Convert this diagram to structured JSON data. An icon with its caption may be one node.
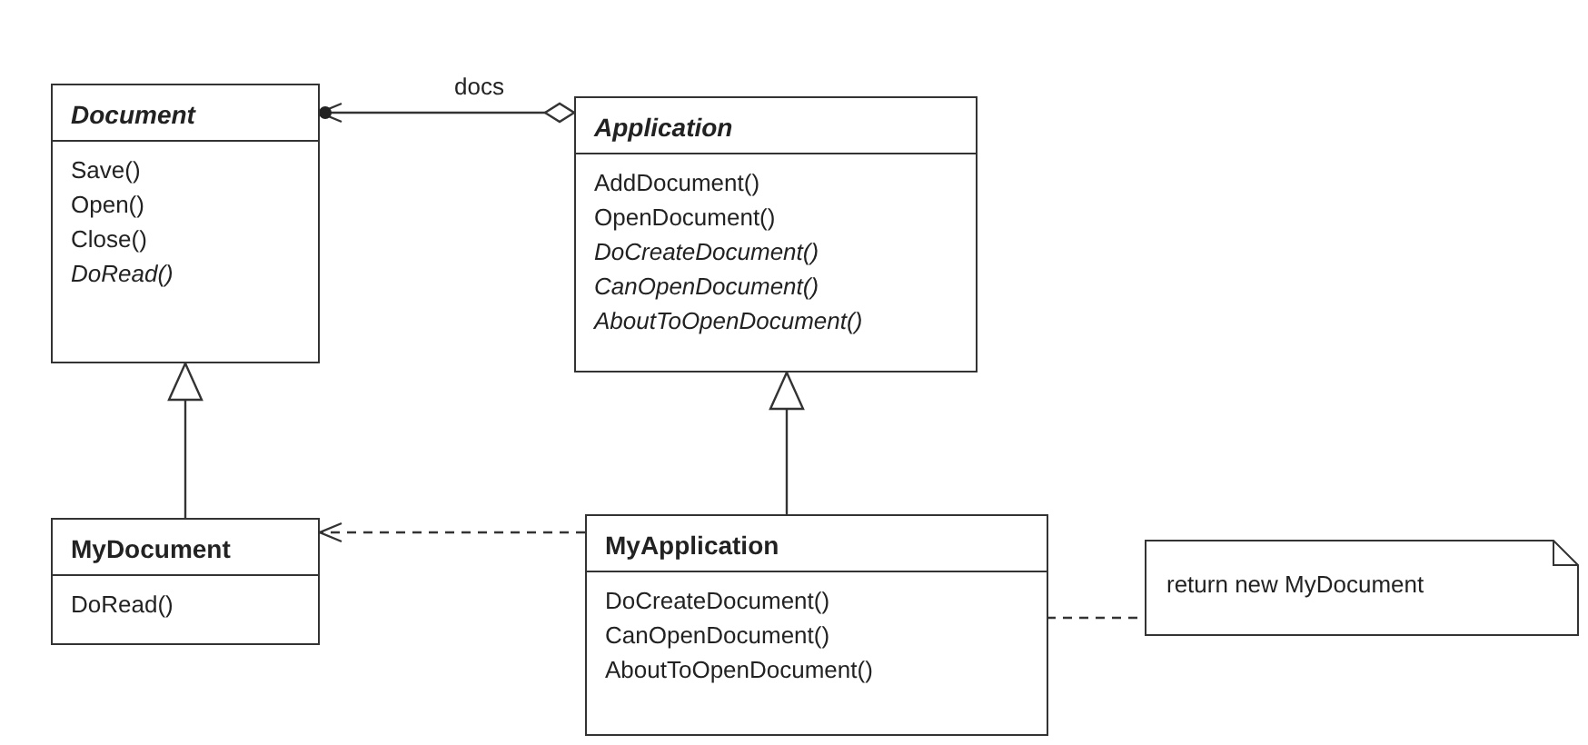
{
  "diagram": {
    "nodes": [
      {
        "text": [
          "*Document*",
          "Save()",
          "Open()",
          "Close()",
          "*DoRead()*"
        ]
      },
      {
        "text": [
          "*Application*",
          "AddDocument()",
          "OpenDocument()",
          "*DoCreateDocument()*",
          "*CanOpenDocument()*",
          "*AboutToOpenDocument()*"
        ]
      },
      {
        "text": [
          "MyDocument",
          "DoRead()"
        ]
      },
      {
        "text": [
          "MyApplication",
          "DoCreateDocument()",
          "CanOpenDocument()",
          "AboutToOpenDocument()"
        ]
      },
      {
        "text": [
          "return new MyDocument"
        ]
      }
    ],
    "edges": [
      {
        "from": 1,
        "to": 0,
        "arrow": "to",
        "label": "docs"
      },
      {
        "from": 2,
        "to": 0,
        "arrow": "to"
      },
      {
        "from": 3,
        "to": 1,
        "arrow": "to"
      },
      {
        "from": 3,
        "to": 2,
        "arrow": "to",
        "style": "dashed"
      },
      {
        "from": 3,
        "to": 4,
        "arrow": "other",
        "style": "dashed"
      }
    ]
  }
}
